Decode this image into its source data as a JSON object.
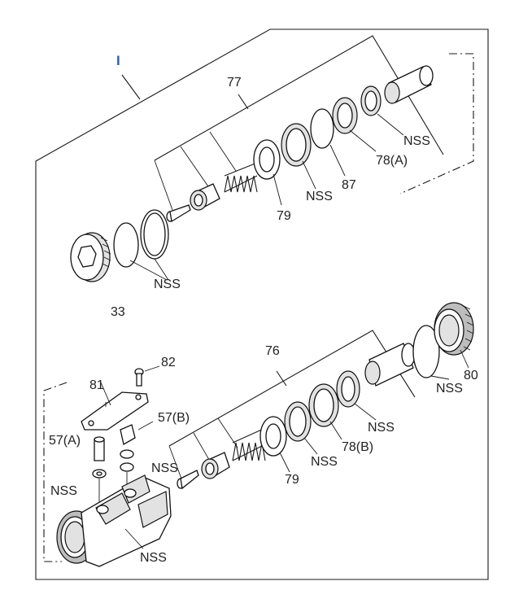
{
  "labels": {
    "group_marker": "I",
    "upper_kit": "77",
    "lower_kit": "76",
    "nss": "NSS",
    "p33": "33",
    "p79": "79",
    "p87": "87",
    "p78a": "78(A)",
    "p78b": "78(B)",
    "p80": "80",
    "p81": "81",
    "p82": "82",
    "p57a": "57(A)",
    "p57b": "57(B)"
  },
  "colors": {
    "accent": "#2b5fb3",
    "line": "#1a1a1a"
  }
}
